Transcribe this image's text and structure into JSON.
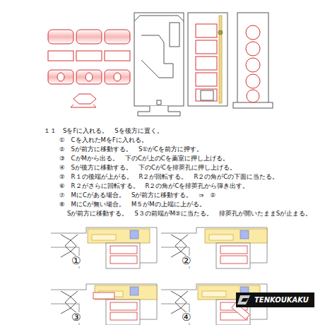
{
  "diagram": {
    "nodes": [
      {
        "text": [
          "TENKOUKAKU"
        ]
      }
    ],
    "labels": [
      "１１　SをFに入れる。　Sを後方に置く。",
      "①　Cを入れたMをFに入れる。",
      "②　Sが前方に移動する。　S①がCを前方に押す。",
      "③　CがMから出る。　下のCが上のCを薬室に押し上げる。",
      "④　Sが後方に移動する。　下のCがCを排莢孔に押し上げる。",
      "⑤　R１の後端が上がる。　R２が回転する。　R２の角がCの下面に当たる。",
      "⑥　R２がさらに回転する。　R２の角がCを排莢孔から弾き出す。",
      "⑦　MにCがある場合。　Sが前方に移動する。　⇒　②",
      "⑧　MにCが無い場合。　M５がMの上端に上がる。",
      "Sが前方に移動する。　S３の前端がM⑤に当たる。　排莢孔が開いたままSが止まる。",
      "①",
      "②",
      "③",
      "④"
    ]
  }
}
